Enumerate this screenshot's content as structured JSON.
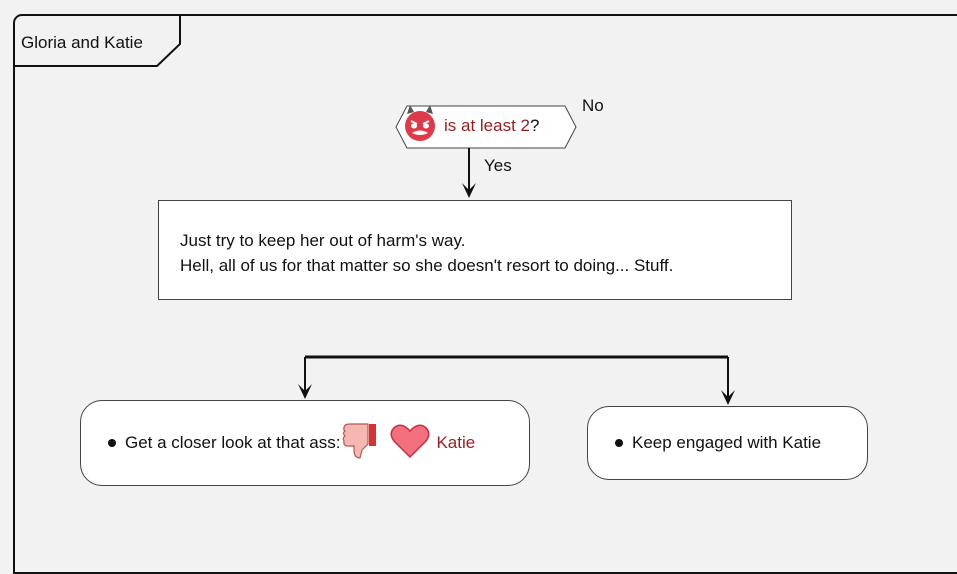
{
  "frame": {
    "title": "Gloria and Katie"
  },
  "decision": {
    "condition_highlight": "is at least 2",
    "condition_suffix": "?",
    "icon": "devil-face-icon",
    "no_label": "No",
    "yes_label": "Yes"
  },
  "note": {
    "line1": "Just try to keep her out of harm's way.",
    "line2": "Hell, all of us for that matter so she doesn't resort to doing... Stuff."
  },
  "actions": [
    {
      "prefix": "Get a closer look at that ass:",
      "icons": [
        "thumbs-down-icon",
        "heart-icon"
      ],
      "suffix": "Katie"
    },
    {
      "text": "Keep engaged with Katie"
    }
  ],
  "colors": {
    "accent_red": "#9b1c1c",
    "background": "#f2f2f2",
    "box_fill": "#ffffff",
    "stroke": "#111111"
  }
}
